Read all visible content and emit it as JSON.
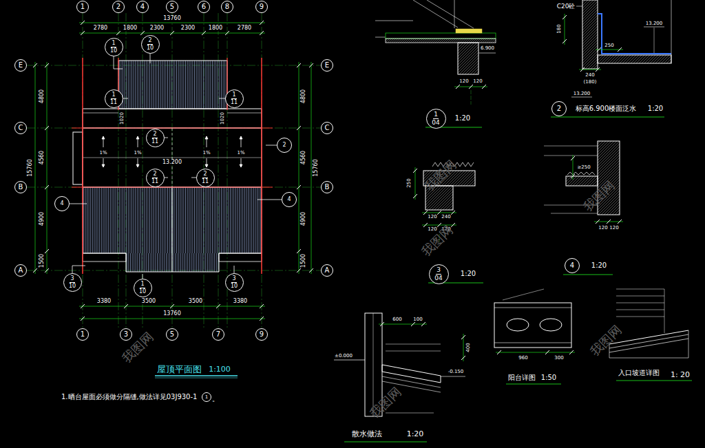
{
  "diagram": {
    "title": "屋顶平面图",
    "nodes": [
      {
        "text": [
          "1"
        ]
      },
      {
        "text": [
          "2"
        ]
      },
      {
        "text": [
          "4"
        ]
      },
      {
        "text": [
          "5"
        ]
      },
      {
        "text": [
          "6"
        ]
      },
      {
        "text": [
          "8"
        ]
      },
      {
        "text": [
          "9"
        ]
      },
      {
        "text": [
          "1"
        ]
      },
      {
        "text": [
          "3"
        ]
      },
      {
        "text": [
          "5"
        ]
      },
      {
        "text": [
          "7"
        ]
      },
      {
        "text": [
          "9"
        ]
      },
      {
        "text": [
          "E"
        ]
      },
      {
        "text": [
          "C"
        ]
      },
      {
        "text": [
          "B"
        ]
      },
      {
        "text": [
          "A"
        ]
      },
      {
        "text": [
          "E"
        ]
      },
      {
        "text": [
          "C"
        ]
      },
      {
        "text": [
          "B"
        ]
      },
      {
        "text": [
          "A"
        ]
      },
      {
        "text": [
          "1",
          "10"
        ]
      },
      {
        "text": [
          "2",
          "10"
        ]
      },
      {
        "text": [
          "1",
          "11"
        ]
      },
      {
        "text": [
          "1",
          "11"
        ]
      },
      {
        "text": [
          "2",
          "11"
        ]
      },
      {
        "text": [
          "2",
          "11"
        ]
      },
      {
        "text": [
          "2",
          "11"
        ]
      },
      {
        "text": [
          "2"
        ]
      },
      {
        "text": [
          "4"
        ]
      },
      {
        "text": [
          "4"
        ]
      },
      {
        "text": [
          "3",
          "10"
        ]
      },
      {
        "text": [
          "1",
          "10"
        ]
      },
      {
        "text": [
          "3",
          "10"
        ]
      },
      {
        "text": [
          "1",
          "04"
        ]
      },
      {
        "text": [
          "2"
        ]
      },
      {
        "text": [
          "3",
          "04"
        ]
      },
      {
        "text": [
          "4"
        ]
      },
      {
        "text": [
          "1"
        ]
      }
    ],
    "labels": [
      "13760",
      "2780",
      "1800",
      "2300",
      "2300",
      "1800",
      "2780",
      "3380",
      "3500",
      "3500",
      "3380",
      "13760",
      "4800",
      "4560",
      "4900",
      "1500",
      "15760",
      "4800",
      "4560",
      "4900",
      "1500",
      "15760",
      "13.200",
      "1020",
      "1020",
      "1%",
      "1%",
      "1%",
      "1%",
      "1.晒台屋面必须做分隔缝,做法详见03J930-1",
      "。",
      "1:20",
      "6.900",
      "120",
      "120",
      "C20砼",
      "180",
      "250",
      "240",
      "(180)",
      "13.200",
      "13.200",
      "标高6.900楼面泛水",
      "1:20",
      "1:20",
      "250",
      "120",
      "240",
      "120",
      "120",
      "1:20",
      "≥250",
      "120",
      "120",
      "600",
      "100",
      "±0.000",
      "-0.150",
      "400",
      "散水做法",
      "1:20",
      "960",
      "300",
      "阳台详图",
      "1:50",
      "入口坡道详图",
      "1: 20",
      "1:100",
      "我图网",
      "我图网",
      "我图网",
      "我图网",
      "我图网",
      "我图网"
    ]
  }
}
